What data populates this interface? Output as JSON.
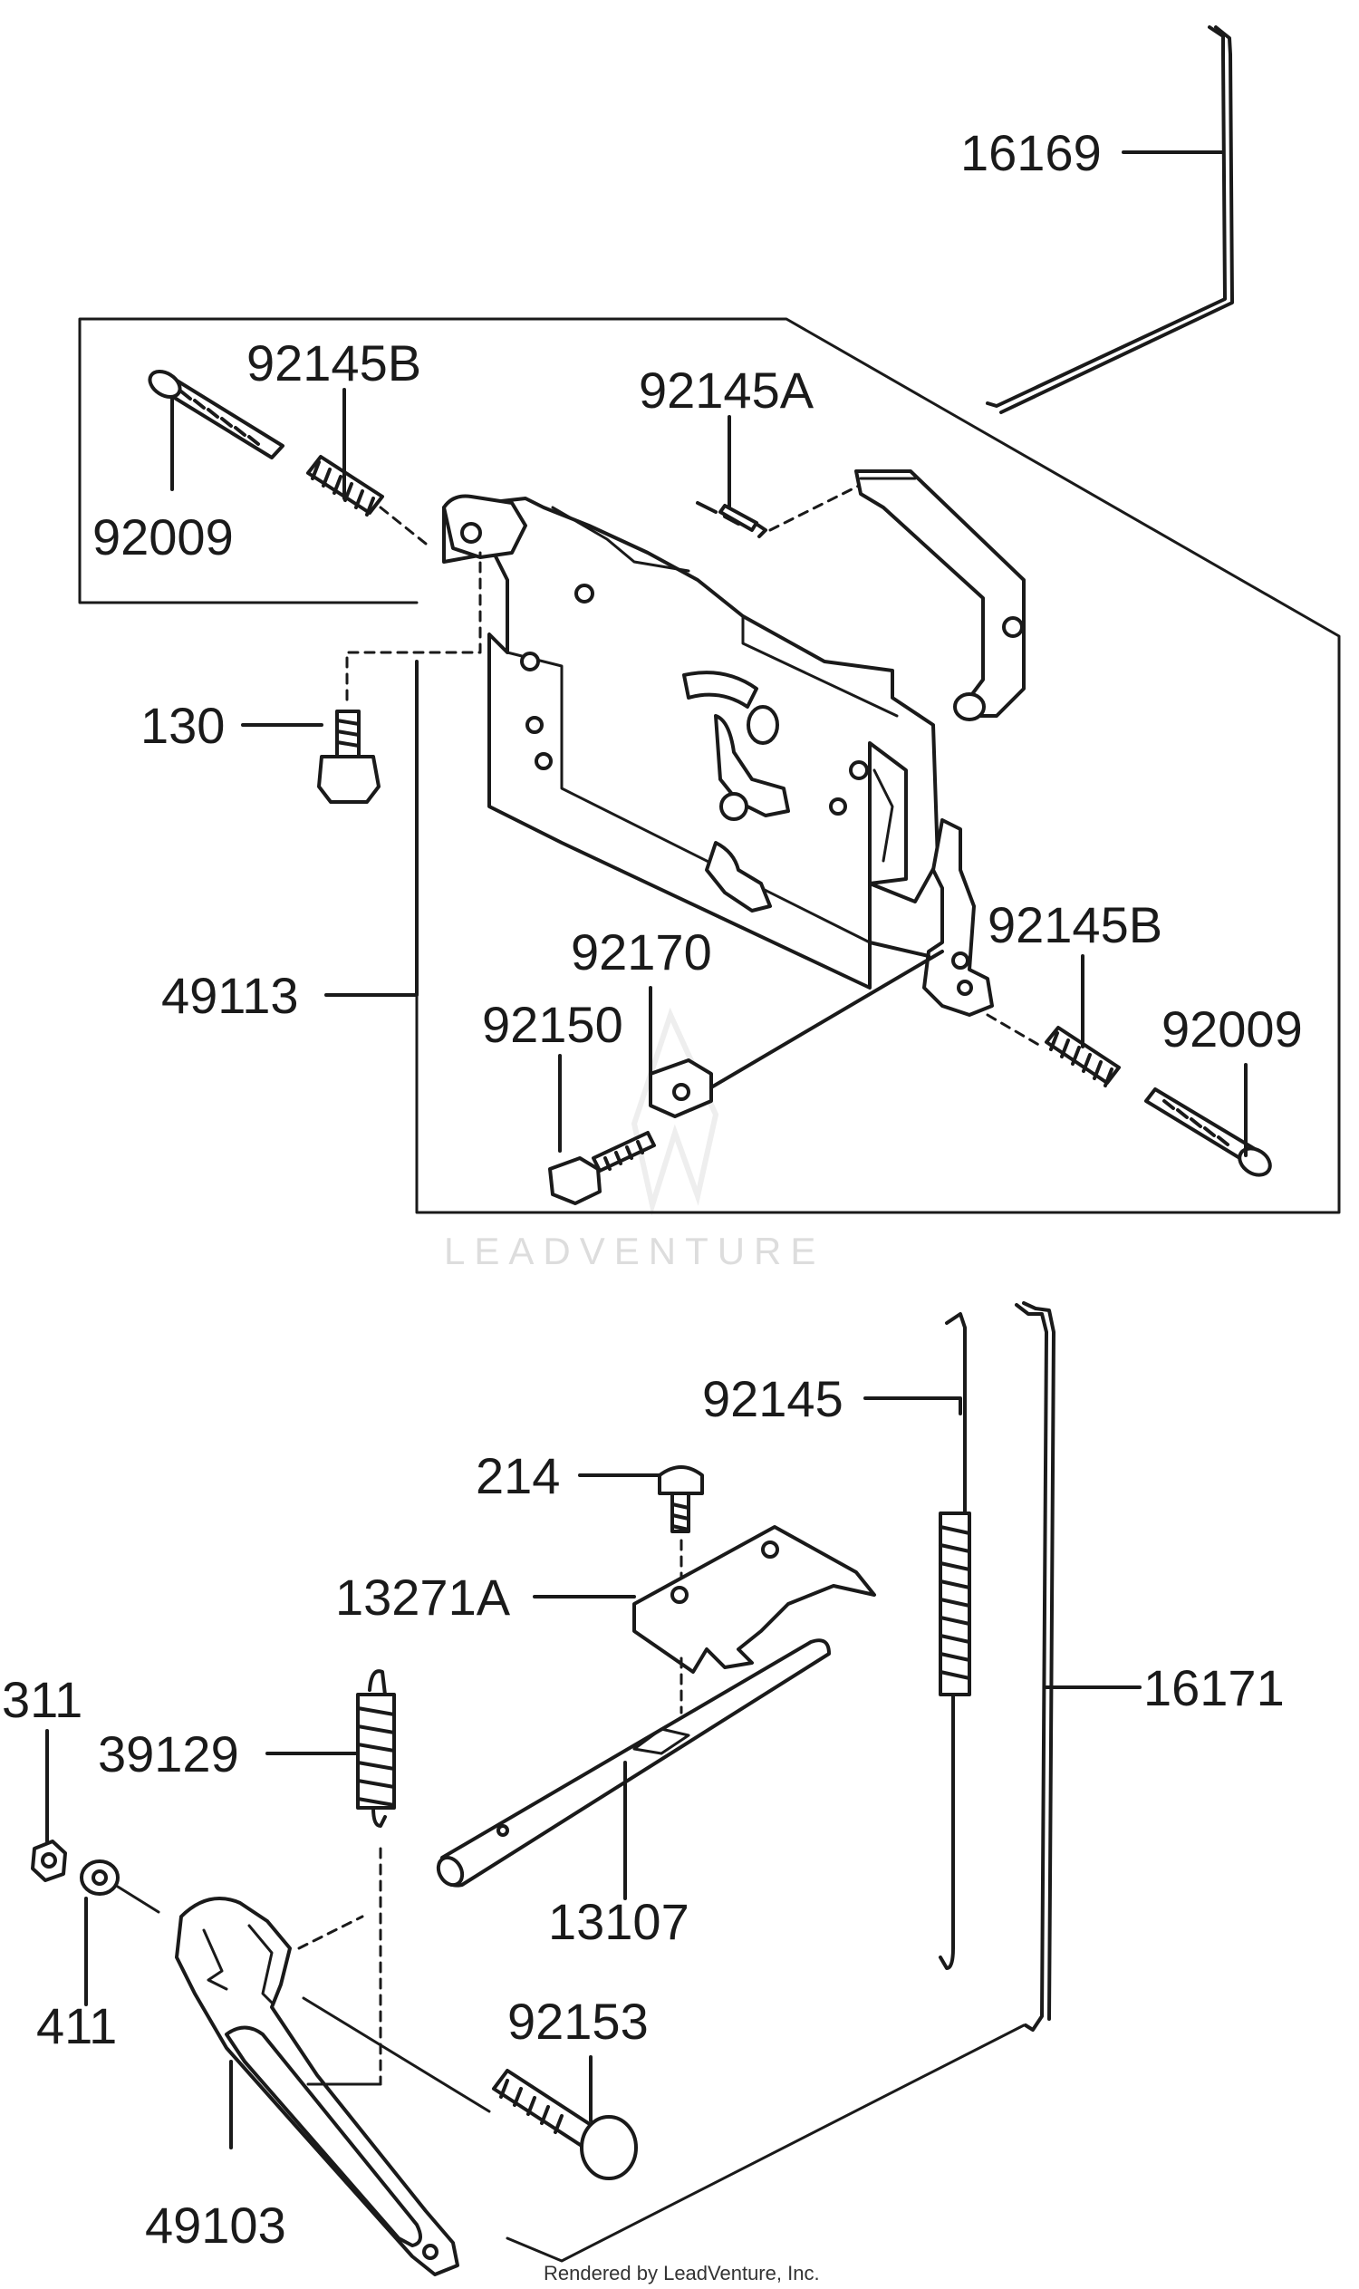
{
  "watermark": "LEADVENTURE",
  "credit": "Rendered by LeadVenture, Inc.",
  "callouts": [
    {
      "id": "c16169",
      "label": "16169"
    },
    {
      "id": "c92145b-top",
      "label": "92145B"
    },
    {
      "id": "c92145a",
      "label": "92145A"
    },
    {
      "id": "c92009-top",
      "label": "92009"
    },
    {
      "id": "c130",
      "label": "130"
    },
    {
      "id": "c92170",
      "label": "92170"
    },
    {
      "id": "c92145b-right",
      "label": "92145B"
    },
    {
      "id": "c92009-right",
      "label": "92009"
    },
    {
      "id": "c49113",
      "label": "49113"
    },
    {
      "id": "c92150",
      "label": "92150"
    },
    {
      "id": "c92145",
      "label": "92145"
    },
    {
      "id": "c214",
      "label": "214"
    },
    {
      "id": "c13271a",
      "label": "13271A"
    },
    {
      "id": "c16171",
      "label": "16171"
    },
    {
      "id": "c311",
      "label": "311"
    },
    {
      "id": "c39129",
      "label": "39129"
    },
    {
      "id": "c13107",
      "label": "13107"
    },
    {
      "id": "c411",
      "label": "411"
    },
    {
      "id": "c92153",
      "label": "92153"
    },
    {
      "id": "c49103",
      "label": "49103"
    }
  ]
}
